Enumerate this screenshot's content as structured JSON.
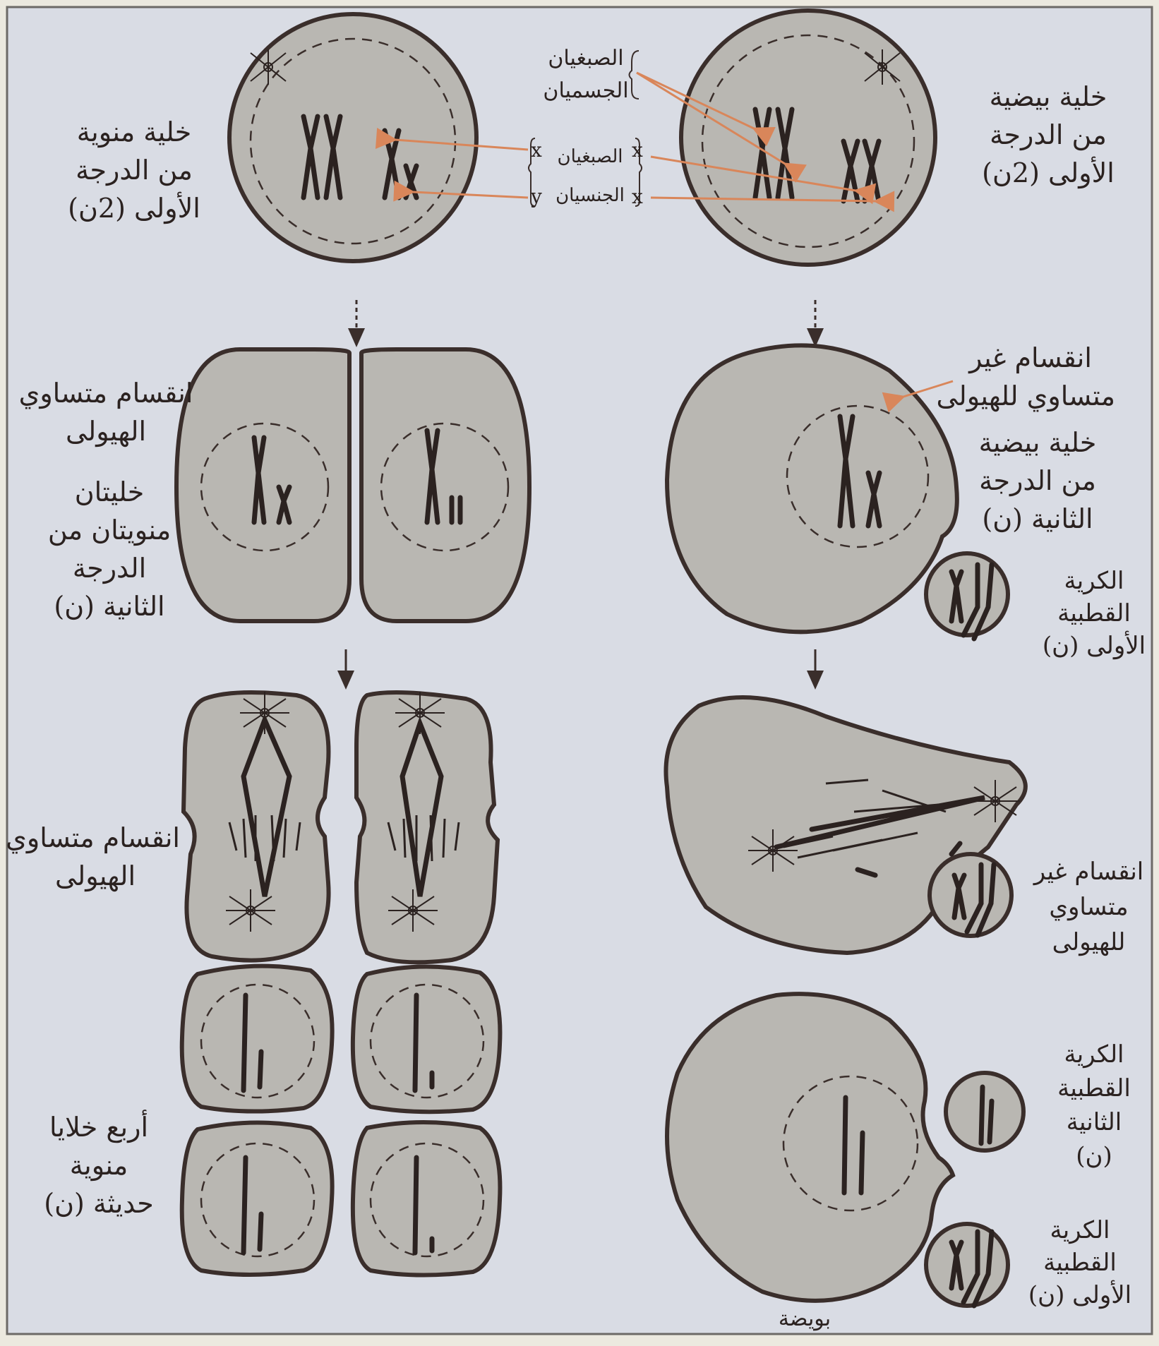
{
  "colors": {
    "background": "#ece9df",
    "page": "#d9dce4",
    "cell_fill": "#b9b7b2",
    "outline": "#3a2e2b",
    "arrow_orange": "#d9865a"
  },
  "labels": {
    "sperm_primary": [
      "خلية منوية",
      "من الدرجة",
      "الأولى (2ن)"
    ],
    "egg_primary": [
      "خلية بيضية",
      "من الدرجة",
      "الأولى (2ن)"
    ],
    "autosomes": [
      "الصبغيان",
      "الجسميان"
    ],
    "sex_chromosomes_top": "الصبغيان",
    "sex_chromosomes_bottom": "الجنسيان",
    "sperm_letters": [
      "x",
      "y"
    ],
    "egg_letters": [
      "x",
      "x"
    ],
    "equal_division_1": [
      "انقسام متساوي",
      "الهيولى"
    ],
    "sperm_secondary": [
      "خليتان",
      "منويتان من",
      "الدرجة",
      "الثانية (ن)"
    ],
    "unequal_division_1": [
      "انقسام غير",
      "متساوي للهيولى"
    ],
    "egg_secondary": [
      "خلية بيضية",
      "من الدرجة",
      "الثانية (ن)"
    ],
    "first_polar_body_a": [
      "الكرية",
      "القطبية",
      "الأولى (ن)"
    ],
    "equal_division_2": [
      "انقسام متساوي",
      "الهيولى"
    ],
    "unequal_division_2": [
      "انقسام غير",
      "متساوي",
      "للهيولى"
    ],
    "spermatids": [
      "أربع خلايا",
      "منوية",
      "حديثة (ن)"
    ],
    "second_polar_body": [
      "الكرية",
      "القطبية",
      "الثانية",
      "(ن)"
    ],
    "first_polar_body_b": [
      "الكرية",
      "القطبية",
      "الأولى (ن)"
    ],
    "ovum": "بويضة"
  }
}
